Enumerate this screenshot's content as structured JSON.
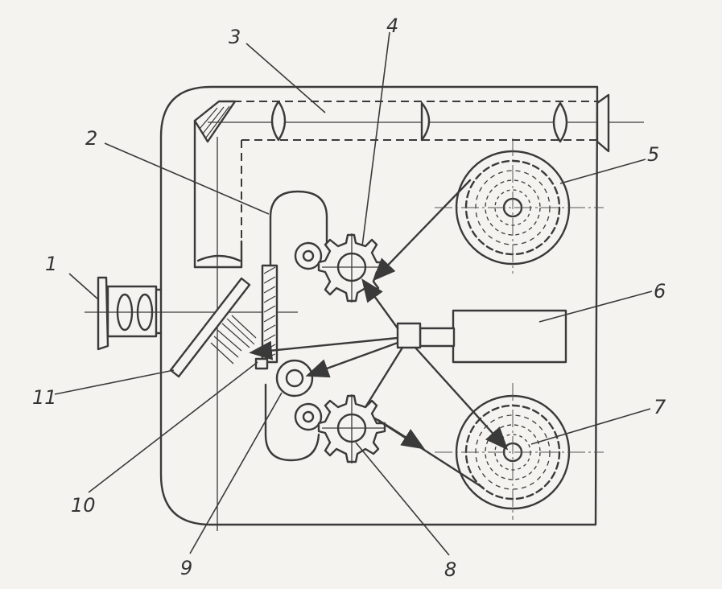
{
  "callouts": [
    {
      "id": "1",
      "label": "1"
    },
    {
      "id": "2",
      "label": "2"
    },
    {
      "id": "3",
      "label": "3"
    },
    {
      "id": "4",
      "label": "4"
    },
    {
      "id": "5",
      "label": "5"
    },
    {
      "id": "6",
      "label": "6"
    },
    {
      "id": "7",
      "label": "7"
    },
    {
      "id": "8",
      "label": "8"
    },
    {
      "id": "9",
      "label": "9"
    },
    {
      "id": "10",
      "label": "10"
    },
    {
      "id": "11",
      "label": "11"
    }
  ],
  "colors": {
    "ink": "#3a3a3a",
    "paper": "#f4f3ef"
  }
}
